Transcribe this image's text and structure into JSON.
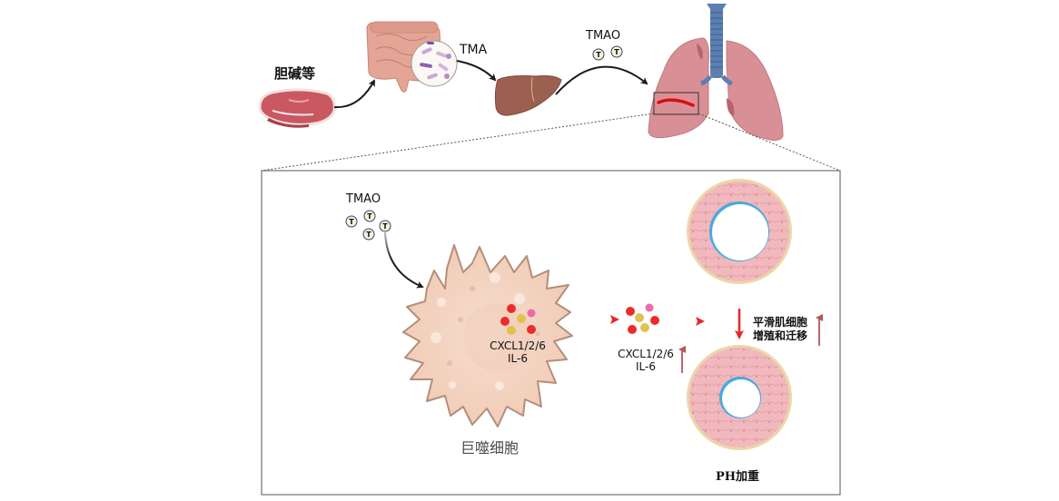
{
  "top_pathway": {
    "food_label": "胆碱等",
    "gut_metabolite_label": "TMA",
    "liver_metabolite_label": "TMAO",
    "molecule_symbol": "T"
  },
  "inset": {
    "tmao_label": "TMAO",
    "molecule_symbol": "T",
    "cell_cytokine_label_line1": "CXCL1/2/6",
    "cell_cytokine_label_line2": "IL-6",
    "secreted_cytokine_label_line1": "CXCL1/2/6",
    "secreted_cytokine_label_line2": "IL-6",
    "smc_label_line1": "平滑肌细胞",
    "smc_label_line2": "增殖和迁移",
    "macrophage_label": "巨噬细胞",
    "outcome_label": "PH加重"
  },
  "colors": {
    "arrow_black": "#1a1a1a",
    "arrow_red": "#e8262a",
    "up_arrow": "#b5555c",
    "cell_fill": "#f3d3c0",
    "cell_stroke": "#b38e7b",
    "lung_fill": "#d98f96",
    "trachea": "#5b7fb0",
    "liver": "#9c6050",
    "vessel_wall": "#f0b9bd",
    "vessel_adventitia": "#ecd7a8",
    "endothelium": "#49a9de"
  }
}
